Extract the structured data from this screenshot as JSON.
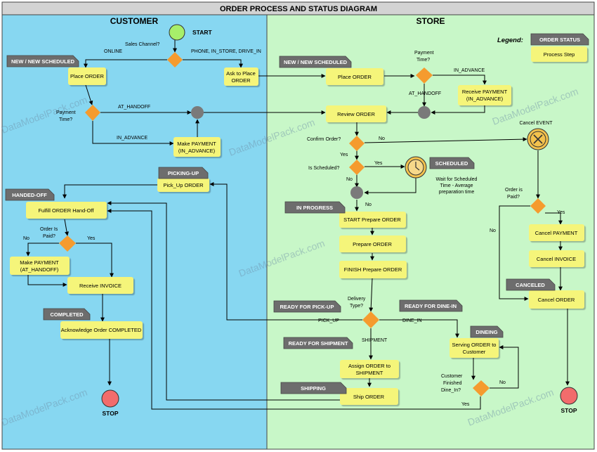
{
  "title": "ORDER PROCESS AND STATUS DIAGRAM",
  "lanes": {
    "customer": "CUSTOMER",
    "store": "STORE"
  },
  "colors": {
    "customer_lane": "#87d7f1",
    "store_lane": "#c8f7c8",
    "title_bar": "#d3d3d3",
    "step": "#f5f57a",
    "tag": "#6d6d6d",
    "decision": "#f59b2e",
    "merge": "#7a7a7a",
    "start": "#a7ef6a",
    "stop": "#f26c6c",
    "cancel_event": "#f3c24d",
    "timer": "#f3c24d",
    "line": "#000000",
    "watermark": "#6f8fa8"
  },
  "legend": {
    "title": "Legend:",
    "status": "ORDER STATUS",
    "step": "Process Step"
  },
  "customer": {
    "start": "START",
    "sales_channel": "Sales Channel?",
    "online": "ONLINE",
    "in_store": "PHONE, IN_STORE, DRIVE_IN",
    "status_new": "NEW / NEW SCHEDULED",
    "place_order": "Place ORDER",
    "ask_line1": "Ask to Place",
    "ask_line2": "ORDER",
    "payment_time_line1": "Payment",
    "payment_time_line2": "Time?",
    "at_handoff": "AT_HANDOFF",
    "in_advance": "IN_ADVANCE",
    "make_payment_adv_line1": "Make PAYMENT",
    "make_payment_adv_line2": "(IN_ADVANCE)",
    "status_picking_up": "PICKING-UP",
    "pick_up_order": "Pick_Up ORDER",
    "status_handed_off": "HANDED-OFF",
    "fulfill": "Fulfill ORDER Hand-Off",
    "order_paid_line1": "Order Is",
    "order_paid_line2": "Paid?",
    "no": "No",
    "yes": "Yes",
    "make_payment_ho_line1": "Make PAYMENT",
    "make_payment_ho_line2": "(AT_HANDOFF)",
    "receive_invoice": "Receive INVOICE",
    "status_completed": "COMPLETED",
    "acknowledge": "Acknowledge Order COMPLETED",
    "stop": "STOP"
  },
  "store": {
    "status_new": "NEW / NEW SCHEDULED",
    "place_order": "Place ORDER",
    "payment_time_line1": "Payment",
    "payment_time_line2": "Time?",
    "in_advance": "IN_ADVANCE",
    "at_handoff": "AT_HANDOFF",
    "receive_payment_line1": "Receive PAYMENT",
    "receive_payment_line2": "(IN_ADVANCE)",
    "review_order": "Review ORDER",
    "cancel_event": "Cancel EVENT",
    "confirm_order": "Confirm Order?",
    "no": "No",
    "yes": "Yes",
    "is_scheduled": "Is Scheduled?",
    "status_scheduled": "SCHEDULED",
    "wait_line1": "Wait for Scheduled",
    "wait_line2": "Time - Average",
    "wait_line3": "preparation time",
    "status_in_progress": "IN PROGRESS",
    "start_prepare": "START Prepare ORDER",
    "prepare": "Prepare ORDER",
    "finish_prepare": "FINISH Prepare ORDER",
    "status_ready_pickup": "READY FOR PICK-UP",
    "status_ready_dinein": "READY FOR DINE-IN",
    "delivery_type_line1": "Delivery",
    "delivery_type_line2": "Type?",
    "pick_up": "PICK_UP",
    "dine_in": "DINE_IN",
    "shipment": "SHIPMENT",
    "status_ready_shipment": "READY FOR SHIPMENT",
    "assign_line1": "Assign ORDER to",
    "assign_line2": "SHIPMENT",
    "status_shipping": "SHIPPING",
    "ship_order": "Ship ORDER",
    "status_dineing": "DINEING",
    "serving_line1": "Serving ORDER to",
    "serving_line2": "Customer",
    "finished_line1": "Customer",
    "finished_line2": "Finished",
    "finished_line3": "Dine_In?",
    "order_is_paid_line1": "Order is",
    "order_is_paid_line2": "Paid?",
    "cancel_payment": "Cancel PAYMENT",
    "cancel_invoice": "Cancel INVOICE",
    "status_canceled": "CANCELED",
    "cancel_order": "Cancel ORDER",
    "stop": "STOP"
  },
  "watermark": "DataModelPack.com"
}
